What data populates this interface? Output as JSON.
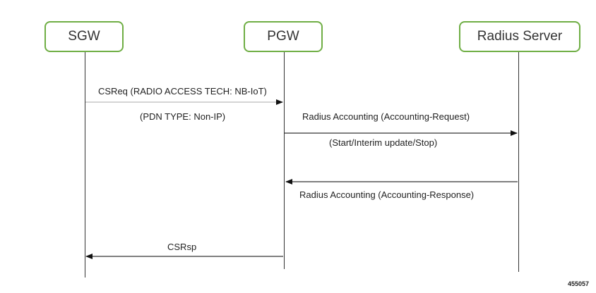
{
  "diagram": {
    "participants": {
      "sgw": "SGW",
      "pgw": "PGW",
      "radius": "Radius Server"
    },
    "messages": [
      {
        "from": "SGW",
        "to": "PGW",
        "label": "CSReq (RADIO ACCESS TECH: NB-IoT)",
        "sublabel": "(PDN TYPE: Non-IP)"
      },
      {
        "from": "PGW",
        "to": "Radius Server",
        "label": "Radius Accounting (Accounting-Request)",
        "sublabel": "(Start/Interim update/Stop)"
      },
      {
        "from": "Radius Server",
        "to": "PGW",
        "label": "Radius Accounting (Accounting-Response)"
      },
      {
        "from": "PGW",
        "to": "SGW",
        "label": "CSRsp"
      }
    ],
    "figure_id": "455057",
    "colors": {
      "box_border": "#6fae44",
      "lines": "#333333"
    }
  }
}
